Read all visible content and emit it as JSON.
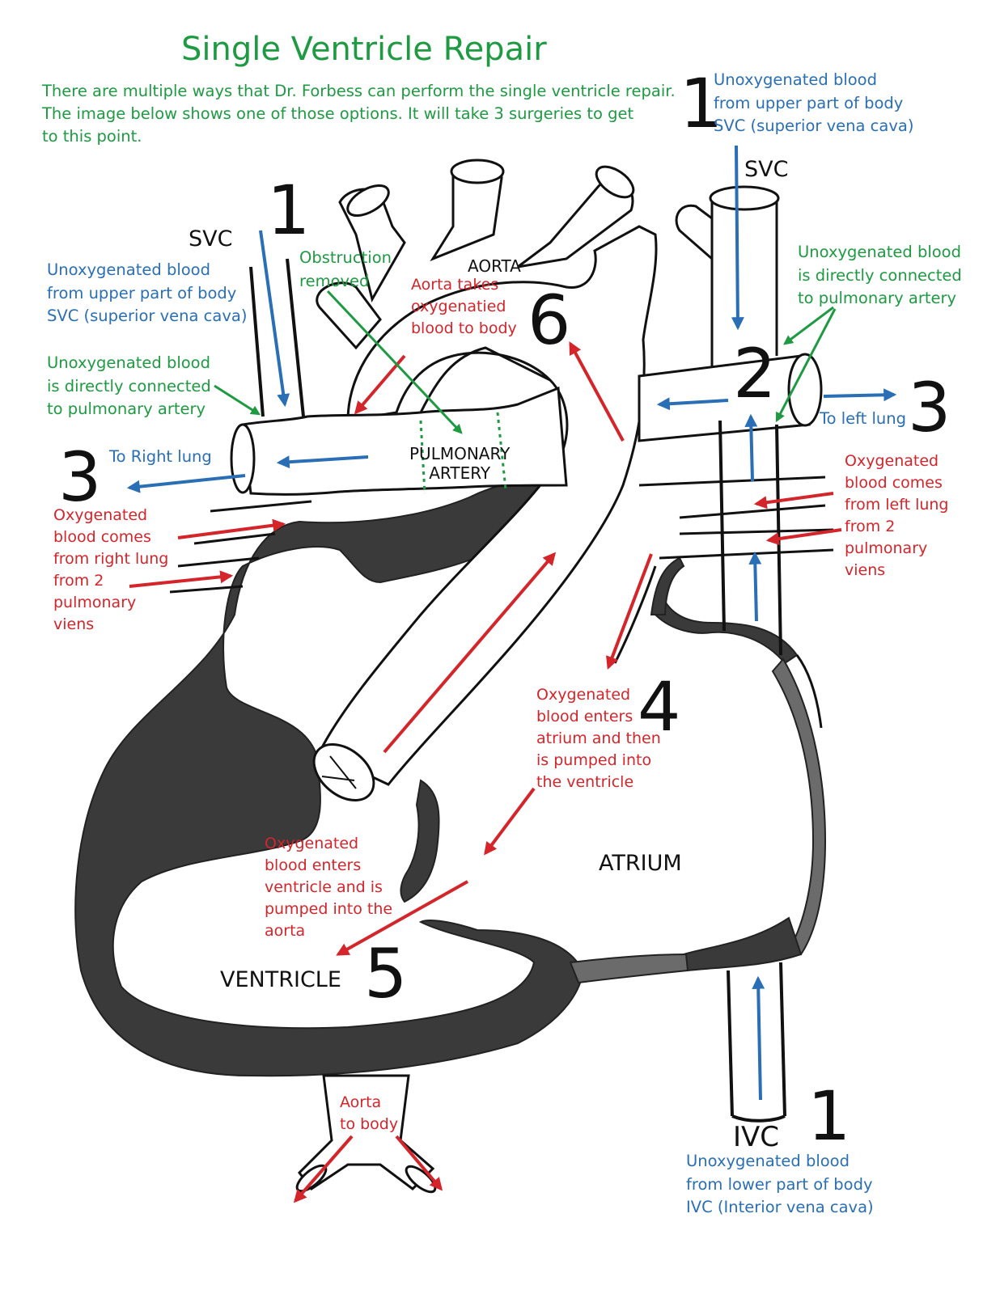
{
  "title": "Single Ventricle Repair",
  "intro": "There are multiple ways that Dr. Forbess can perform the single ventricle repair.\nThe image below shows one of those options.  It will take 3 surgeries to get\nto this point.",
  "numbers": {
    "one_top_right": "1",
    "one_top_left": "1",
    "one_bottom": "1",
    "two": "2",
    "three_left": "3",
    "three_right": "3",
    "four": "4",
    "five": "5",
    "six": "6"
  },
  "labels": {
    "svc_left": "SVC",
    "svc_right": "SVC",
    "aorta": "AORTA",
    "pulmonary_artery": "PULMONARY\nARTERY",
    "atrium": "ATRIUM",
    "ventricle": "VENTRICLE",
    "ivc": "IVC"
  },
  "annotations": {
    "svc_right_desc": "Unoxygenated blood\nfrom upper part of body\nSVC (superior vena cava)",
    "svc_left_desc": "Unoxygenated blood\nfrom upper part of body\nSVC (superior vena cava)",
    "ivc_desc": "Unoxygenated blood\nfrom lower part of body\nIVC (Interior vena cava)",
    "connected_left": "Unoxygenated blood\nis directly connected\nto pulmonary artery",
    "connected_right": "Unoxygenated blood\nis directly connected\nto pulmonary artery",
    "obstruction": "Obstruction\nremoved",
    "aorta_takes": "Aorta takes\noxygenatied\nblood to body",
    "to_right_lung": "To Right lung",
    "to_left_lung": "To left lung",
    "right_lung_veins": "Oxygenated\nblood comes\nfrom right lung\nfrom 2\npulmonary\nviens",
    "left_lung_veins": "Oxygenated\nblood comes\nfrom left lung\nfrom 2\npulmonary\nviens",
    "atrium_flow": "Oxygenated\nblood enters\natrium and then\nis pumped into\nthe ventricle",
    "ventricle_flow": "Oxygenated\nblood enters\nventricle and is\npumped into the\naorta",
    "aorta_to_body": "Aorta\nto body"
  },
  "colors": {
    "green": "#1e9a42",
    "blue": "#2a6fb5",
    "red": "#d4252b",
    "wall": "#3a3a3a",
    "wall_light": "#6b6b6b"
  }
}
